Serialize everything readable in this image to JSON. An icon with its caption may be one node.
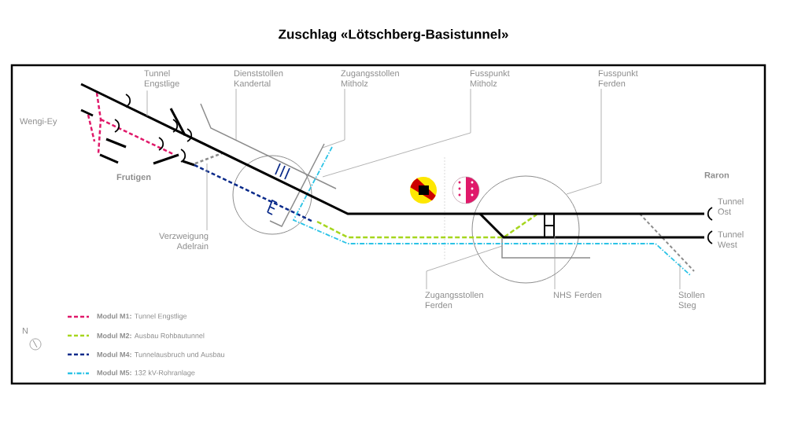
{
  "diagram": {
    "title": "Zuschlag «Lötschberg-Basistunnel»",
    "nodes": [
      {
        "text": [
          "Tunnel Engstlige"
        ]
      },
      {
        "text": [
          "Dienststollen Kandertal"
        ]
      },
      {
        "text": [
          "Zugangsstollen Mitholz"
        ]
      },
      {
        "text": [
          "Fusspunkt Mitholz"
        ]
      },
      {
        "text": [
          "Fusspunkt Ferden"
        ]
      },
      {
        "text": [
          "Verzweigung Adelrain"
        ]
      },
      {
        "text": [
          "Zugangsstollen Ferden"
        ]
      },
      {
        "text": [
          "NHS Ferden"
        ]
      },
      {
        "text": [
          "Stollen Steg"
        ]
      }
    ],
    "edges": [
      {
        "from": 0,
        "to": null,
        "arrow": "none"
      },
      {
        "from": 1,
        "to": null,
        "arrow": "none"
      },
      {
        "from": 2,
        "to": null,
        "arrow": "none"
      },
      {
        "from": 3,
        "to": null,
        "arrow": "none"
      },
      {
        "from": 4,
        "to": null,
        "arrow": "none"
      },
      {
        "from": 5,
        "to": null,
        "arrow": "none"
      },
      {
        "from": 6,
        "to": null,
        "arrow": "none"
      },
      {
        "from": 7,
        "to": null,
        "arrow": "none"
      },
      {
        "from": 8,
        "to": null,
        "arrow": "none"
      }
    ],
    "labels": [
      "Wengi-Ey",
      "Frutigen",
      "Raron",
      "Tunnel Ost",
      "Tunnel West",
      "N"
    ],
    "legend": [
      {
        "text": "**Modul M1:** Tunnel Engstlige"
      },
      {
        "text": "**Modul M2:** Ausbau Rohbautunnel"
      },
      {
        "text": "**Modul M4:** Tunnelausbruch und Ausbau"
      },
      {
        "text": "**Modul M5:** 132 kV-Rohranlage"
      }
    ]
  }
}
